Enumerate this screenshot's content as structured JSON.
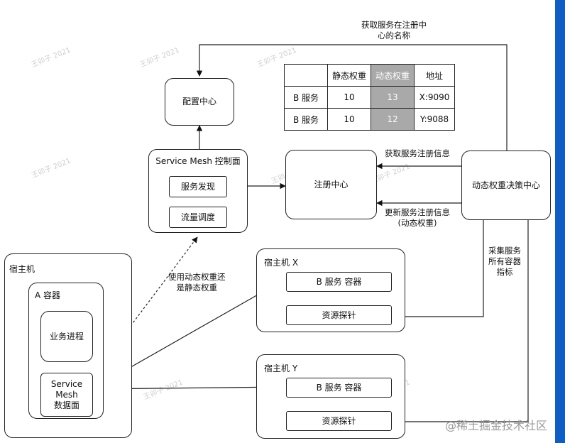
{
  "config_center": "配置中心",
  "control_plane": {
    "title": "Service Mesh 控制面",
    "service_discovery": "服务发现",
    "traffic_scheduling": "流量调度"
  },
  "registry": "注册中心",
  "decision_center": "动态权重决策中心",
  "table": {
    "headers": [
      "",
      "静态权重",
      "动态权重",
      "地址"
    ],
    "rows": [
      [
        "B 服务",
        "10",
        "13",
        "X:9090"
      ],
      [
        "B 服务",
        "10",
        "12",
        "Y:9088"
      ]
    ]
  },
  "labels": {
    "get_service_name": "获取服务在注册中\n心的名称",
    "get_reg_info": "获取服务注册信息",
    "update_reg_info": "更新服务注册信息\n(动态权重)",
    "collect_metrics": "采集服务\n所有容器\n指标",
    "use_weight": "使用动态权重还\n是静态权重"
  },
  "host_a": {
    "title": "宿主机",
    "container_title": "A 容器",
    "business_process": "业务进程",
    "data_plane": "Service\nMesh\n数据面"
  },
  "host_x": {
    "title": "宿主机 X",
    "container": "B 服务 容器",
    "probe": "资源探针"
  },
  "host_y": {
    "title": "宿主机 Y",
    "container": "B 服务 容器",
    "probe": "资源探针"
  },
  "watermark_text": "王卯子 2021",
  "footer_watermark": "@稀土掘金技术社区",
  "colors": {
    "accent_bar": "#0f5ec6",
    "dynamic_weight_cell": "#a9a9a9"
  }
}
